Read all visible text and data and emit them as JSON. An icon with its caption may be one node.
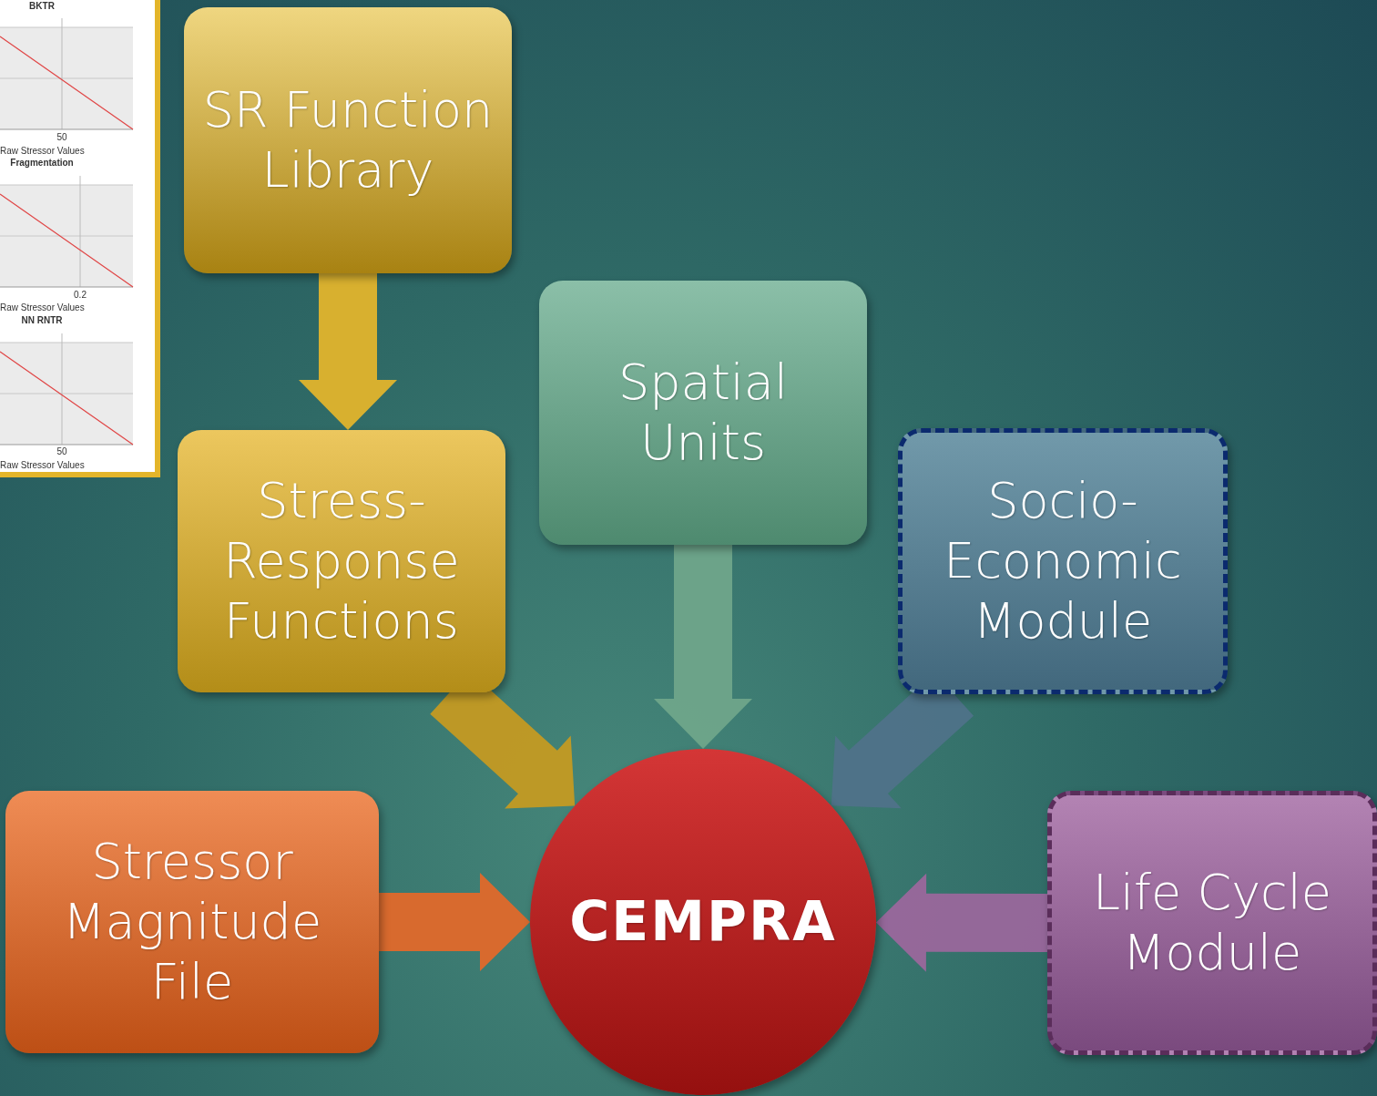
{
  "diagram": {
    "nodes": [
      {
        "text": [
          "SR Function Library"
        ]
      },
      {
        "text": [
          "Stress-Response Functions"
        ]
      },
      {
        "text": [
          "Spatial Units"
        ]
      },
      {
        "text": [
          "Socio-Economic Module"
        ]
      },
      {
        "text": [
          "Stressor Magnitude File"
        ]
      },
      {
        "text": [
          "CEMPRA"
        ]
      },
      {
        "text": [
          "Life Cycle Module"
        ]
      }
    ],
    "edges": [
      {
        "from": 0,
        "to": 1,
        "arrow": "to",
        "color": "#e2b42c"
      },
      {
        "from": 1,
        "to": 5,
        "arrow": "to",
        "color": "#c49a22"
      },
      {
        "from": 2,
        "to": 5,
        "arrow": "to",
        "color": "#6fa58a"
      },
      {
        "from": 3,
        "to": 5,
        "arrow": "to",
        "color": "#4f7289"
      },
      {
        "from": 4,
        "to": 5,
        "arrow": "to",
        "color": "#e0692a"
      },
      {
        "from": 6,
        "to": 5,
        "arrow": "to",
        "color": "#9a679c"
      }
    ],
    "labels": [
      "BKTR",
      "50",
      "Raw Stressor Values",
      "Fragmentation",
      "0.2",
      "Raw Stressor Values",
      "NN RNTR",
      "50",
      "Raw Stressor Values"
    ]
  }
}
